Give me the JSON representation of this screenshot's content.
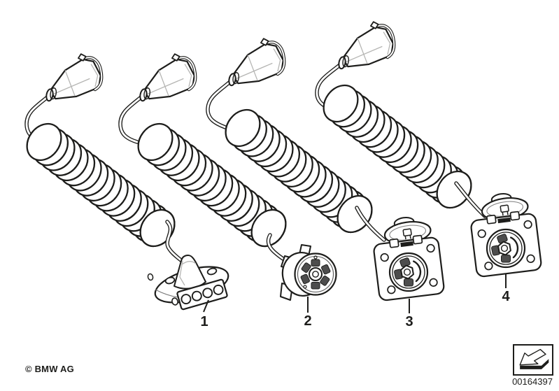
{
  "page": {
    "background": "#ffffff",
    "line_color": "#1d1d1b",
    "facet_color": "#b5b5b3",
    "slot_color": "#4d4d4d"
  },
  "parts": [
    {
      "label": "1",
      "icon": "coiled-cable-flat-4-pin-adapter"
    },
    {
      "label": "2",
      "icon": "coiled-cable-round-7-pin-plug"
    },
    {
      "label": "3",
      "icon": "coiled-cable-socket-with-lid"
    },
    {
      "label": "4",
      "icon": "coiled-cable-socket-with-lid"
    }
  ],
  "footer": {
    "copyright": "© BMW AG"
  },
  "stamp": {
    "number": "00164397",
    "icon": "corner-arrow-icon"
  }
}
